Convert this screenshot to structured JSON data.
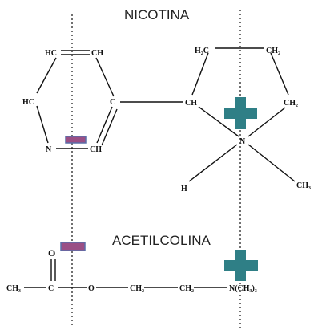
{
  "titles": {
    "nicotine": "NICOTINA",
    "acetylcholine": "ACETILCOLINA"
  },
  "nicotine": {
    "pyridine_atoms": [
      "HC",
      "CH",
      "HC",
      "C",
      "N",
      "CH"
    ],
    "pyrrolidine_atoms": [
      "H₂C",
      "CH₂",
      "CH",
      "CH₂",
      "N",
      "H",
      "CH₃"
    ]
  },
  "acetylcholine": {
    "atoms": [
      "O",
      "CH₃",
      "C",
      "O",
      "CH₂",
      "CH₂",
      "N(CH₃)₃"
    ]
  },
  "markers": {
    "positive_color": "#2f7f86",
    "negative_fill": "#9a4f86",
    "negative_stroke": "#5a6ea8"
  }
}
